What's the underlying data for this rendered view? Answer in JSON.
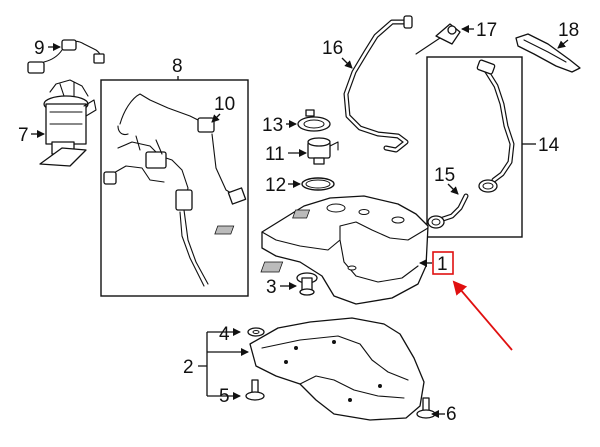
{
  "diagram": {
    "callouts": {
      "c1": "1",
      "c2": "2",
      "c3": "3",
      "c4": "4",
      "c5": "5",
      "c6": "6",
      "c7": "7",
      "c8": "8",
      "c9": "9",
      "c10": "10",
      "c11": "11",
      "c12": "12",
      "c13": "13",
      "c14": "14",
      "c15": "15",
      "c16": "16",
      "c17": "17",
      "c18": "18"
    },
    "highlight_color": "#e01010",
    "line_color": "#111111"
  }
}
